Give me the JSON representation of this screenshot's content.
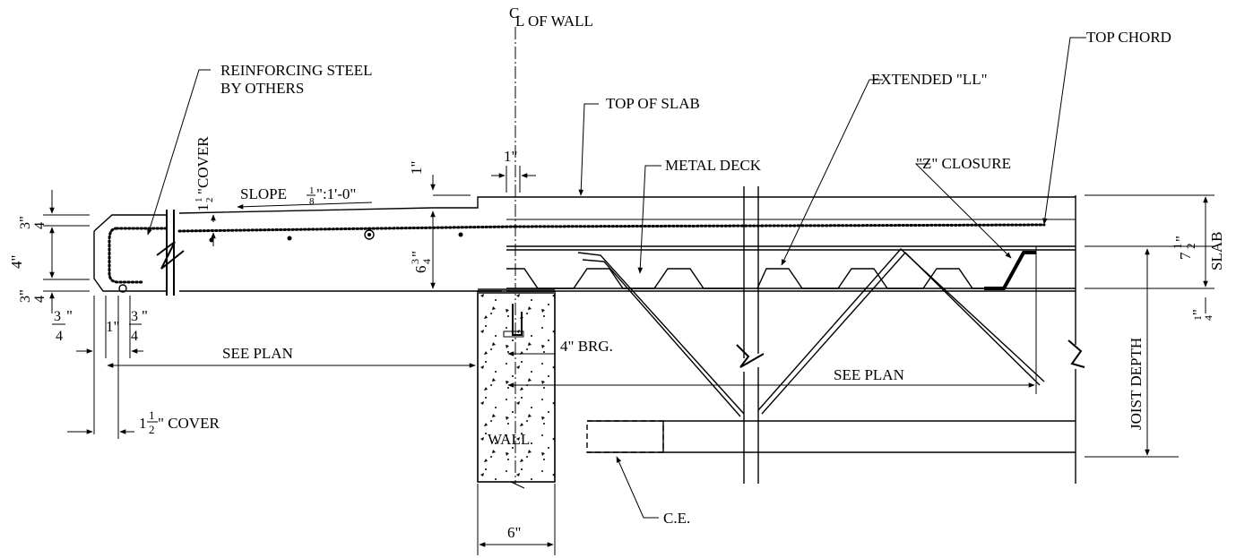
{
  "labels": {
    "cl_symbol": "C",
    "cl_sub": "L",
    "cl_of_wall": "OF WALL",
    "reinforcing_1": "REINFORCING STEEL",
    "reinforcing_2": "BY OTHERS",
    "top_of_slab": "TOP OF SLAB",
    "extended_ll": "EXTENDED \"LL\"",
    "top_chord": "TOP CHORD",
    "metal_deck": "METAL DECK",
    "z_closure": "\"Z\" CLOSURE",
    "slope_word": "SLOPE",
    "slope_num": "1",
    "slope_den": "8",
    "slope_tail": "\":1'-0\"",
    "cover_whole": "1",
    "cover_num": "1",
    "cover_den": "2",
    "cover_tail": "\"COVER",
    "one_inch_a": "1\"",
    "one_inch_b": "1\"",
    "see_plan_left": "SEE PLAN",
    "see_plan_right": "SEE PLAN",
    "four_brg": "4\" BRG.",
    "wall": "WALL",
    "ce": "C.E.",
    "six_inch": "6\"",
    "joist_depth": "JOIST DEPTH",
    "slab": "SLAB",
    "slab_whole": "7",
    "slab_num": "1",
    "slab_den": "2",
    "slab_tail": "\"",
    "slab_thk_whole": "6",
    "slab_thk_num": "3",
    "slab_thk_den": "4",
    "slab_thk_tail": "\"",
    "left_num_a": "3",
    "left_den_a": "4",
    "left_tail_a": "\"",
    "left_four": "4\"",
    "left_num_b": "3",
    "left_den_b": "4",
    "left_tail_b": "\"",
    "bot_num_a": "3",
    "bot_den_a": "4",
    "bot_tail_a": "\"",
    "bot_one": "1\"",
    "bot_num_b": "3",
    "bot_den_b": "4",
    "bot_tail_b": "\"",
    "cover_bottom_whole": "1",
    "cover_bottom_num": "1",
    "cover_bottom_den": "2",
    "cover_bottom_tail": "\" COVER",
    "quarter_num": "1",
    "quarter_den": "4",
    "quarter_tail": "\""
  }
}
